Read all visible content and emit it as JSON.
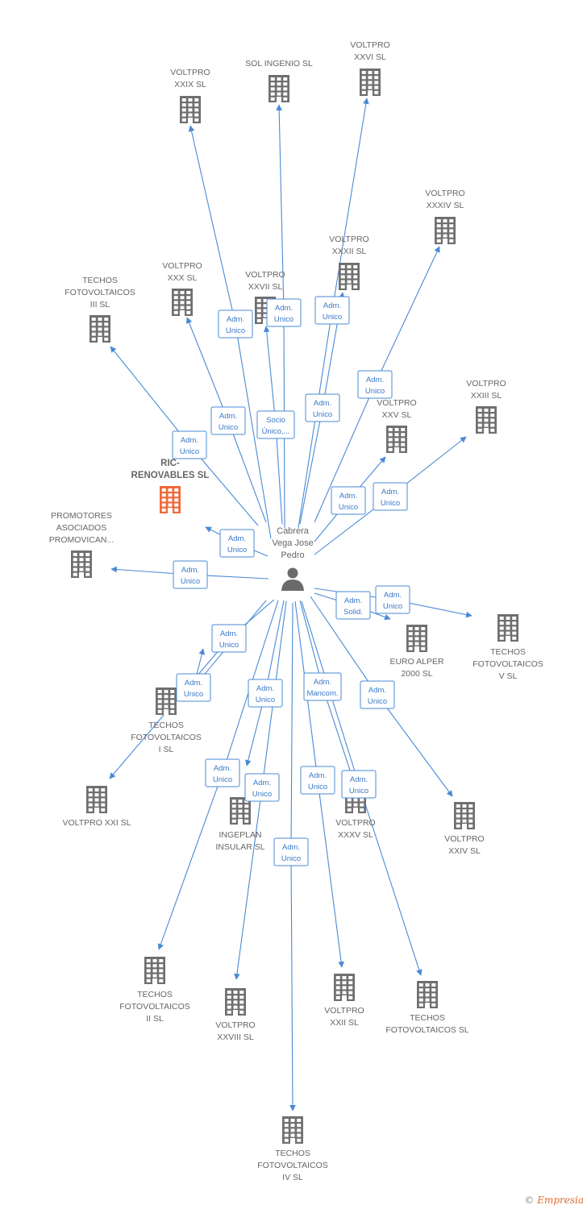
{
  "person": {
    "label": [
      "Cabrera",
      "Vega Jose",
      "Pedro"
    ],
    "icon": "person-icon"
  },
  "colors": {
    "edge": "#4a8ad4",
    "building": "#6f6f6f",
    "focus_building": "#ef6a3a",
    "label": "#666666",
    "box_text": "#3a78c8"
  },
  "footer": {
    "copyright": "©",
    "brand": "Empresia"
  },
  "companies": [
    {
      "id": "voltpro-xxix",
      "label": [
        "VOLTPRO",
        "XXIX SL"
      ]
    },
    {
      "id": "sol-ingenio",
      "label": [
        "SOL INGENIO SL"
      ]
    },
    {
      "id": "voltpro-xxvi",
      "label": [
        "VOLTPRO",
        "XXVI SL"
      ]
    },
    {
      "id": "voltpro-xxxiv",
      "label": [
        "VOLTPRO",
        "XXXIV SL"
      ]
    },
    {
      "id": "voltpro-xxxii",
      "label": [
        "VOLTPRO",
        "XXXII SL"
      ]
    },
    {
      "id": "voltpro-xxx",
      "label": [
        "VOLTPRO",
        "XXX SL"
      ]
    },
    {
      "id": "voltpro-xxvii",
      "label": [
        "VOLTPRO",
        "XXVII SL"
      ]
    },
    {
      "id": "techos-iii",
      "label": [
        "TECHOS",
        "FOTOVOLTAICOS",
        "III SL"
      ]
    },
    {
      "id": "voltpro-xxiii",
      "label": [
        "VOLTPRO",
        "XXIII SL"
      ]
    },
    {
      "id": "voltpro-xxv",
      "label": [
        "VOLTPRO",
        "XXV SL"
      ]
    },
    {
      "id": "ric-renovables",
      "label": [
        "RIC-",
        "RENOVABLES SL"
      ],
      "focus": true
    },
    {
      "id": "promotores",
      "label": [
        "PROMOTORES",
        "ASOCIADOS",
        "PROMOVICAN..."
      ]
    },
    {
      "id": "techos-v",
      "label": [
        "TECHOS",
        "FOTOVOLTAICOS",
        "V SL"
      ]
    },
    {
      "id": "euro-alper",
      "label": [
        "EURO ALPER",
        "2000 SL"
      ]
    },
    {
      "id": "techos-i",
      "label": [
        "TECHOS",
        "FOTOVOLTAICOS",
        "I SL"
      ]
    },
    {
      "id": "voltpro-xxi",
      "label": [
        "VOLTPRO XXI SL"
      ]
    },
    {
      "id": "ingeplan",
      "label": [
        "INGEPLAN",
        "INSULAR SL"
      ]
    },
    {
      "id": "voltpro-xxxv",
      "label": [
        "VOLTPRO",
        "XXXV SL"
      ]
    },
    {
      "id": "voltpro-xxiv",
      "label": [
        "VOLTPRO",
        "XXIV SL"
      ]
    },
    {
      "id": "techos-ii",
      "label": [
        "TECHOS",
        "FOTOVOLTAICOS",
        "II SL"
      ]
    },
    {
      "id": "voltpro-xxviii",
      "label": [
        "VOLTPRO",
        "XXVIII SL"
      ]
    },
    {
      "id": "voltpro-xxii",
      "label": [
        "VOLTPRO",
        "XXII SL"
      ]
    },
    {
      "id": "techos-sl",
      "label": [
        "TECHOS",
        "FOTOVOLTAICOS SL"
      ]
    },
    {
      "id": "techos-iv",
      "label": [
        "TECHOS",
        "FOTOVOLTAICOS",
        "IV SL"
      ]
    }
  ],
  "relations": [
    {
      "to": "voltpro-xxix",
      "label": [
        "Adm.",
        "Unico"
      ]
    },
    {
      "to": "sol-ingenio",
      "label": [
        "Adm.",
        "Unico"
      ]
    },
    {
      "to": "voltpro-xxvi",
      "label": [
        "Adm.",
        "Unico"
      ]
    },
    {
      "to": "voltpro-xxxiv",
      "label": [
        "Adm.",
        "Unico"
      ]
    },
    {
      "to": "voltpro-xxxii",
      "label": [
        "Adm.",
        "Unico"
      ]
    },
    {
      "to": "voltpro-xxx",
      "label": [
        "Adm.",
        "Unico"
      ]
    },
    {
      "to": "voltpro-xxvii",
      "label": [
        "Socio",
        "Único,..."
      ]
    },
    {
      "to": "techos-iii",
      "label": [
        "Adm.",
        "Unico"
      ]
    },
    {
      "to": "voltpro-xxiii",
      "label": [
        "Adm.",
        "Unico"
      ]
    },
    {
      "to": "voltpro-xxv",
      "label": [
        "Adm.",
        "Unico"
      ]
    },
    {
      "to": "ric-renovables",
      "label": [
        "Adm.",
        "Unico"
      ]
    },
    {
      "to": "promotores",
      "label": [
        "Adm.",
        "Unico"
      ]
    },
    {
      "to": "techos-v",
      "label": [
        "Adm.",
        "Unico"
      ]
    },
    {
      "to": "euro-alper",
      "label": [
        "Adm.",
        "Solid."
      ]
    },
    {
      "to": "techos-i",
      "label": [
        "Adm.",
        "Unico"
      ]
    },
    {
      "to": "voltpro-xxi",
      "label": [
        "Adm.",
        "Unico"
      ]
    },
    {
      "to": "ingeplan",
      "label": [
        "Adm.",
        "Unico"
      ]
    },
    {
      "to": "voltpro-xxxv",
      "label": [
        "Adm.",
        "Mancom."
      ]
    },
    {
      "to": "voltpro-xxiv",
      "label": [
        "Adm.",
        "Unico"
      ]
    },
    {
      "to": "techos-ii",
      "label": [
        "Adm.",
        "Unico"
      ]
    },
    {
      "to": "voltpro-xxviii",
      "label": [
        "Adm.",
        "Unico"
      ]
    },
    {
      "to": "voltpro-xxii",
      "label": [
        "Adm.",
        "Unico"
      ]
    },
    {
      "to": "techos-sl",
      "label": [
        "Adm.",
        "Unico"
      ]
    },
    {
      "to": "techos-iv",
      "label": [
        "Adm.",
        "Unico"
      ]
    }
  ]
}
